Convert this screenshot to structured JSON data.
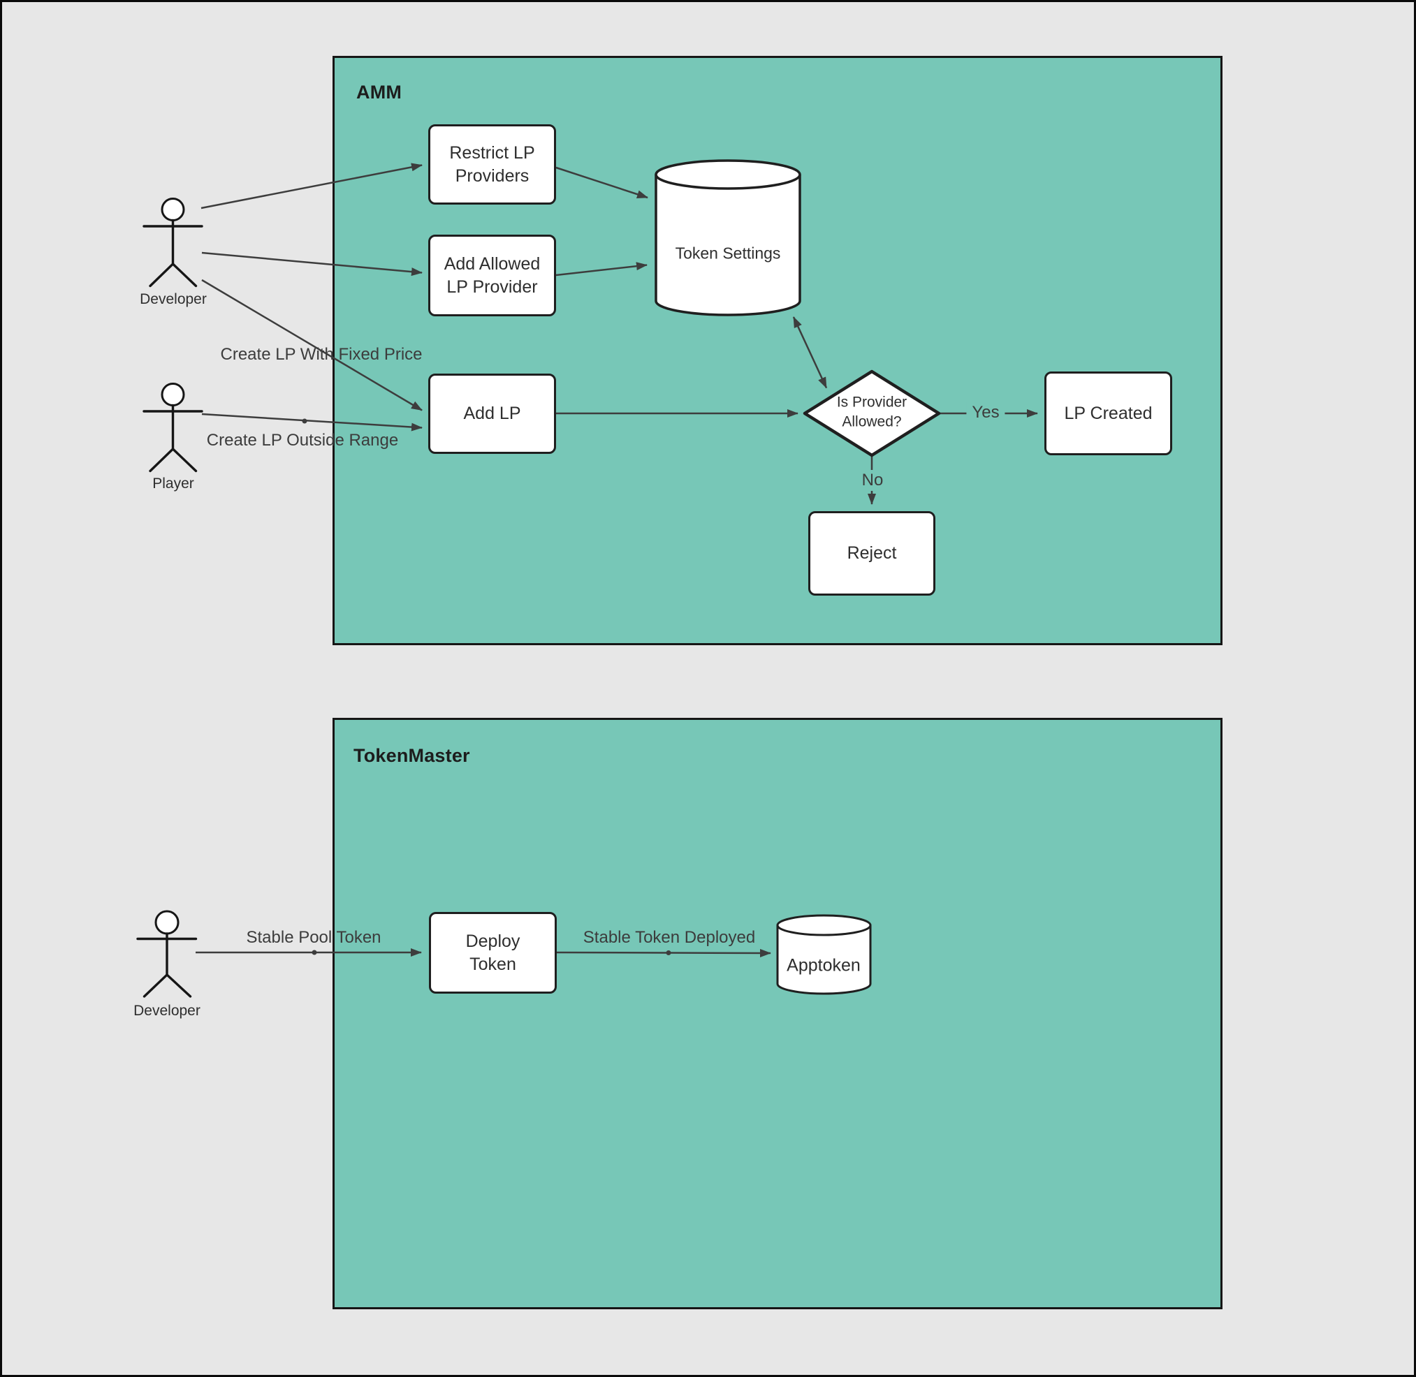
{
  "colors": {
    "background": "#e7e7e7",
    "container_fill": "#77c7b7",
    "shape_border": "#1f1f1f",
    "edge_line": "#3d3d3d",
    "node_fill": "#ffffff",
    "text": "#2e2e2e"
  },
  "containers": [
    {
      "label": "AMM"
    },
    {
      "label": "TokenMaster"
    }
  ],
  "actors": [
    {
      "label": "Developer"
    },
    {
      "label": "Player"
    },
    {
      "label": "Developer"
    }
  ],
  "nodes": {
    "restrict": {
      "label": "Restrict LP Providers",
      "type": "process"
    },
    "add_allowed": {
      "label": "Add Allowed LP Provider",
      "type": "process"
    },
    "add_lp": {
      "label": "Add LP",
      "type": "process"
    },
    "token_settings": {
      "label": "Token Settings",
      "type": "database"
    },
    "decision": {
      "label": "Is Provider Allowed?",
      "type": "decision"
    },
    "lp_created": {
      "label": "LP Created",
      "type": "process"
    },
    "reject": {
      "label": "Reject",
      "type": "process"
    },
    "deploy_token": {
      "label": "Deploy Token",
      "type": "process"
    },
    "apptoken": {
      "label": "Apptoken",
      "type": "database"
    }
  },
  "edge_labels": {
    "fixed_price": "Create LP With Fixed Price",
    "outside_range": "Create LP Outside Range",
    "yes": "Yes",
    "no": "No",
    "stable_pool": "Stable Pool Token",
    "stable_deployed": "Stable Token Deployed"
  }
}
